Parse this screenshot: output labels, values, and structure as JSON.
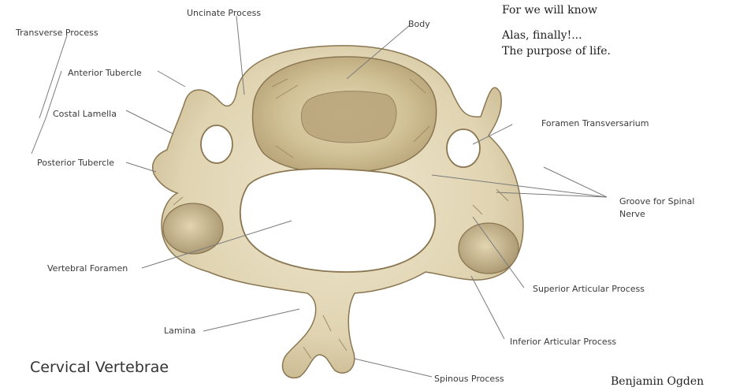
{
  "labels": {
    "transverse_process": "Transverse Process",
    "uncinate_process": "Uncinate Process",
    "body": "Body",
    "anterior_tubercle": "Anterior Tubercle",
    "costal_lamella": "Costal Lamella",
    "posterior_tubercle": "Posterior Tubercle",
    "foramen_transversarium": "Foramen Transversarium",
    "groove_spinal_nerve_line1": "Groove for Spinal",
    "groove_spinal_nerve_line2": "Nerve",
    "vertebral_foramen": "Vertebral Foramen",
    "superior_articular_process": "Superior Articular Process",
    "inferior_articular_process": "Inferior Articular Process",
    "lamina": "Lamina",
    "spinous_process": "Spinous Process"
  },
  "poem": {
    "line1": "For we will know",
    "line2": "Alas, finally!...",
    "line3": "The purpose of life."
  },
  "title": "Cervical Vertebrae",
  "author": "Benjamin Ogden",
  "colors": {
    "bone_fill": "#e6dcc0",
    "bone_shade": "#c9b991",
    "bone_dark": "#a08c64",
    "leader_line": "#7a7a7a"
  }
}
